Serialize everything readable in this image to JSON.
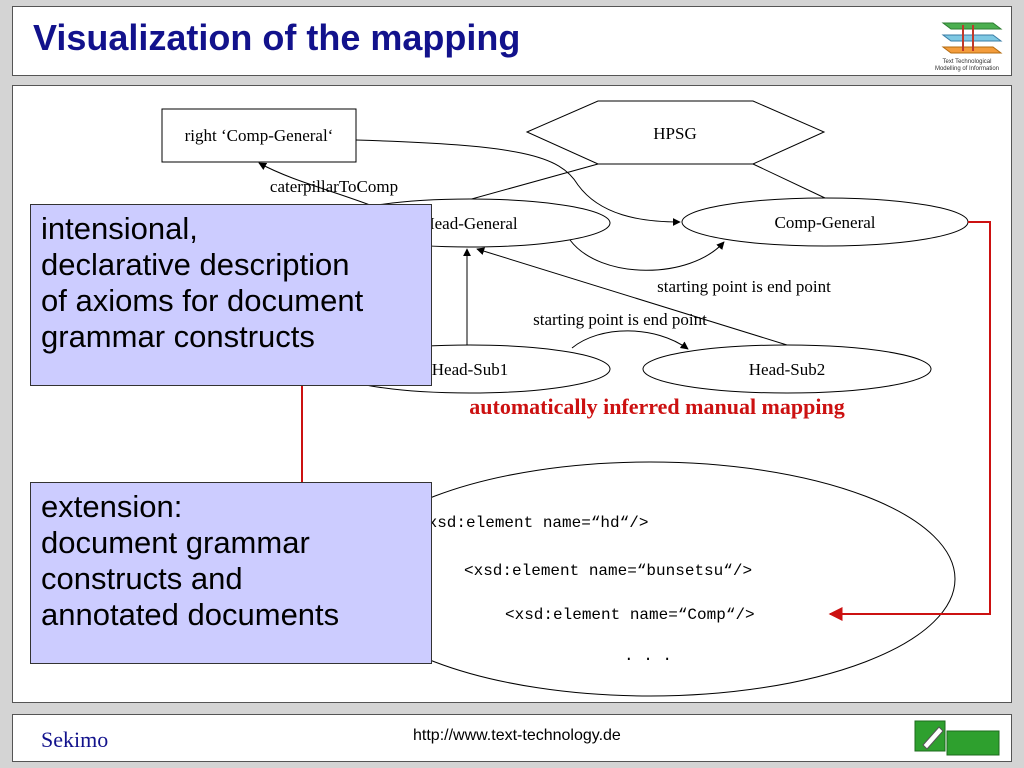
{
  "slide": {
    "title": "Visualization of the mapping",
    "logo": {
      "icon": "layer-stack-logo-icon",
      "caption_line1": "Text Technological",
      "caption_line2": "Modelling of Information"
    }
  },
  "diagram": {
    "hpsg_label": "HPSG",
    "right_comp_general": "right ‘Comp-General‘",
    "caterpillar_label": "caterpillarToComp",
    "head_general": "Head-General",
    "comp_general": "Comp-General",
    "head_sub1": "Head-Sub1",
    "head_sub2": "Head-Sub2",
    "start_end_1": "starting point is end point",
    "start_end_2": "starting point is end point",
    "mapping_caption": "automatically inferred manual mapping",
    "xsd_hd": "<xsd:element name=“hd“/>",
    "xsd_bunsetsu": "<xsd:element name=“bunsetsu“/>",
    "xsd_comp": "<xsd:element name=“Comp“/>",
    "ellipsis": ". . .",
    "colors": {
      "mapping_red": "#cc1111",
      "callout_fill": "#ccccff",
      "title_blue": "#12128c"
    }
  },
  "callouts": {
    "intensional": {
      "line1": "intensional,",
      "line2": "declarative description",
      "line3": "of axioms for document",
      "line4": "grammar constructs"
    },
    "extension": {
      "line1": "extension:",
      "line2": "document grammar",
      "line3": "constructs and",
      "line4": "annotated documents"
    }
  },
  "footer": {
    "left": "Sekimo",
    "url": "http://www.text-technology.de",
    "logo_icon": "pen-green-logo-icon"
  }
}
